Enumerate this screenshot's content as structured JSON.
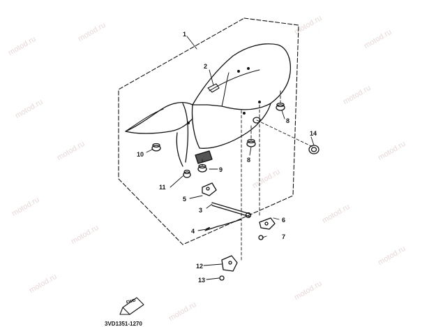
{
  "watermark": "motod.ru",
  "diagram_code": "3VD1351-1270",
  "fwd_label": "FWD",
  "callouts": [
    "1",
    "2",
    "3",
    "4",
    "5",
    "6",
    "7",
    "8",
    "8",
    "9",
    "10",
    "11",
    "12",
    "13",
    "14"
  ]
}
